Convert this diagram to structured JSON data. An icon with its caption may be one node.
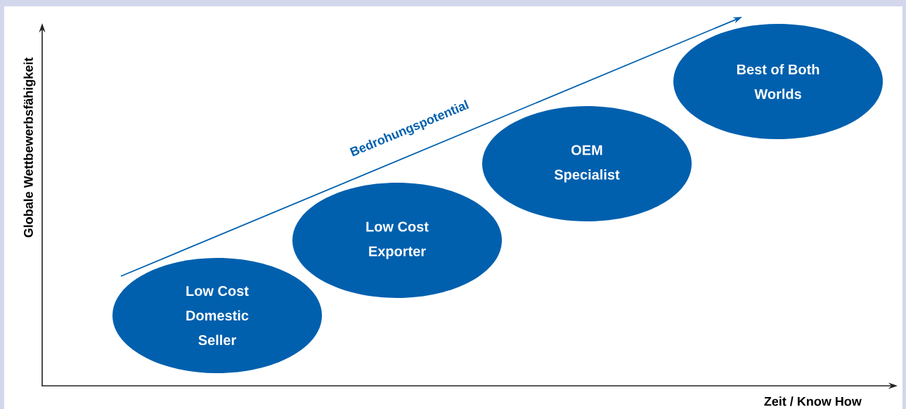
{
  "diagram": {
    "nodes": [
      {
        "text": [
          "Low Cost Domestic Seller"
        ]
      },
      {
        "text": [
          "Low Cost Exporter"
        ]
      },
      {
        "text": [
          "OEM Specialist"
        ]
      },
      {
        "text": [
          "Best of Both Worlds"
        ]
      }
    ],
    "labels": [
      "Globale Wettbewerbsfähigkeit",
      "Bedrohungspotential",
      "Zeit / Know How"
    ]
  }
}
